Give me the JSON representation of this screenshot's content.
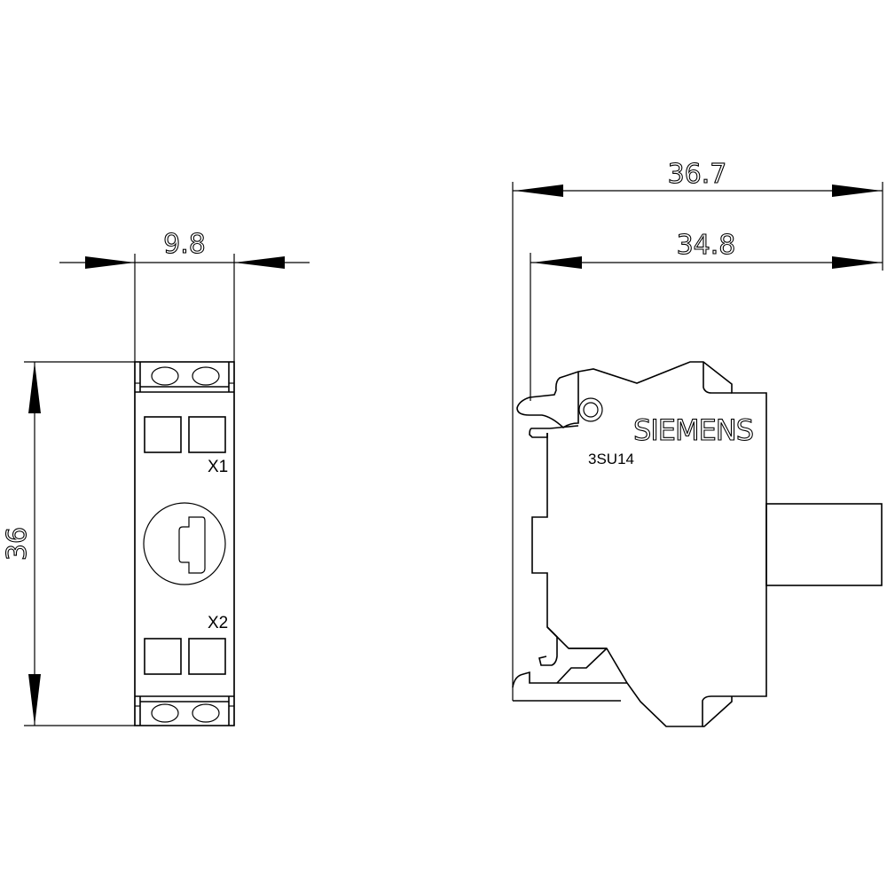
{
  "drawing": {
    "front_view": {
      "width_dimension": "9.8",
      "height_dimension": "36",
      "terminal_top_label": "X1",
      "terminal_bottom_label": "X2"
    },
    "side_view": {
      "overall_depth_dimension": "36.7",
      "body_depth_dimension": "34.8",
      "brand_label": "SIEMENS",
      "model_label": "3SU14"
    },
    "colors": {
      "line": "#000000",
      "background": "#ffffff"
    }
  }
}
